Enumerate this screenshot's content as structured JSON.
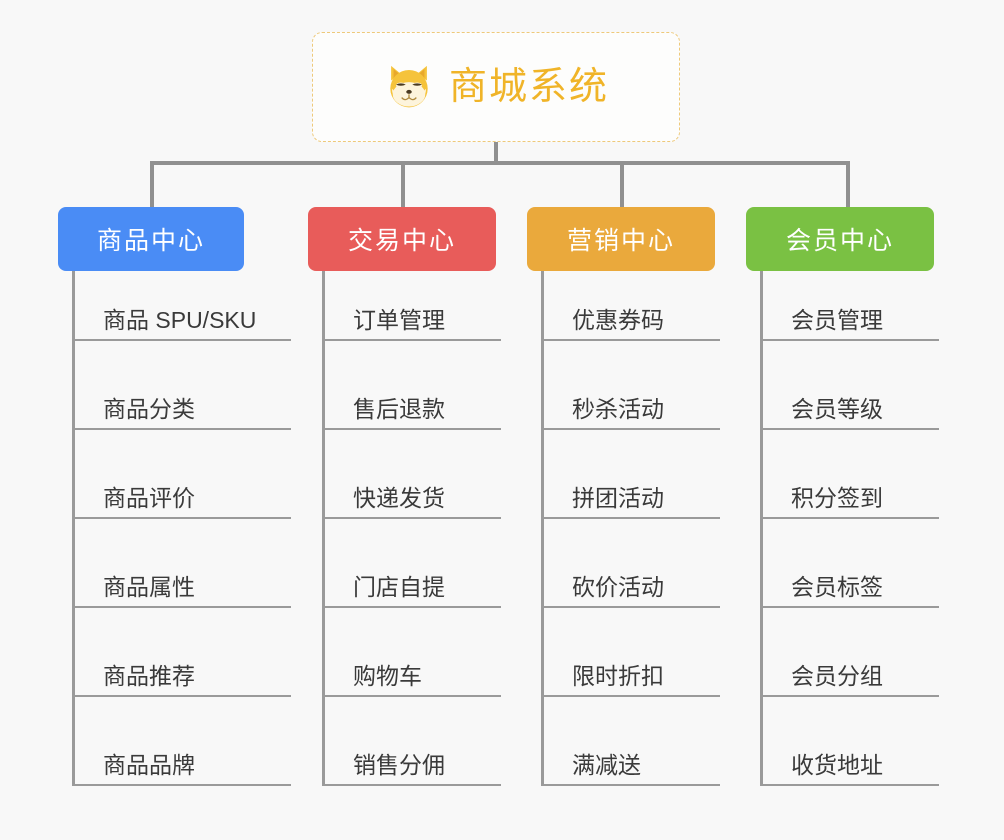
{
  "root": {
    "title": "商城系统",
    "icon": "shiba-dog-icon",
    "text_color": "#f0b428",
    "border_color": "#eec97a"
  },
  "connector_color": "#909090",
  "background_color": "#f8f8f8",
  "branches": [
    {
      "label": "商品中心",
      "color": "#4a8cf5",
      "items": [
        "商品 SPU/SKU",
        "商品分类",
        "商品评价",
        "商品属性",
        "商品推荐",
        "商品品牌"
      ]
    },
    {
      "label": "交易中心",
      "color": "#e85c5a",
      "items": [
        "订单管理",
        "售后退款",
        "快递发货",
        "门店自提",
        "购物车",
        "销售分佣"
      ]
    },
    {
      "label": "营销中心",
      "color": "#eaa93c",
      "items": [
        "优惠券码",
        "秒杀活动",
        "拼团活动",
        "砍价活动",
        "限时折扣",
        "满减送"
      ]
    },
    {
      "label": "会员中心",
      "color": "#7ac143",
      "items": [
        "会员管理",
        "会员等级",
        "积分签到",
        "会员标签",
        "会员分组",
        "收货地址"
      ]
    }
  ]
}
